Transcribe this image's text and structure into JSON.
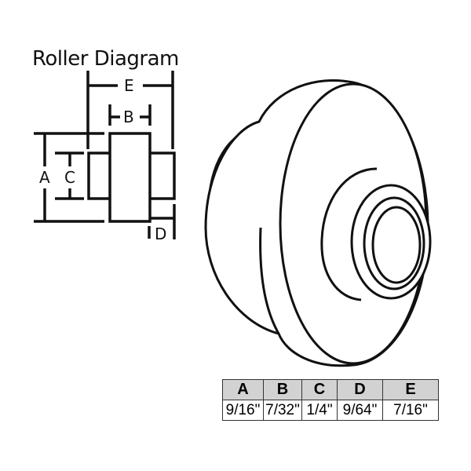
{
  "title": "Roller Diagram",
  "dimension_labels": {
    "A": "A",
    "B": "B",
    "C": "C",
    "D": "D",
    "E": "E"
  },
  "table": {
    "headers": [
      "A",
      "B",
      "C",
      "D",
      "E"
    ],
    "values": [
      "9/16\"",
      "7/32\"",
      "1/4\"",
      "9/64\"",
      "7/16\""
    ]
  }
}
